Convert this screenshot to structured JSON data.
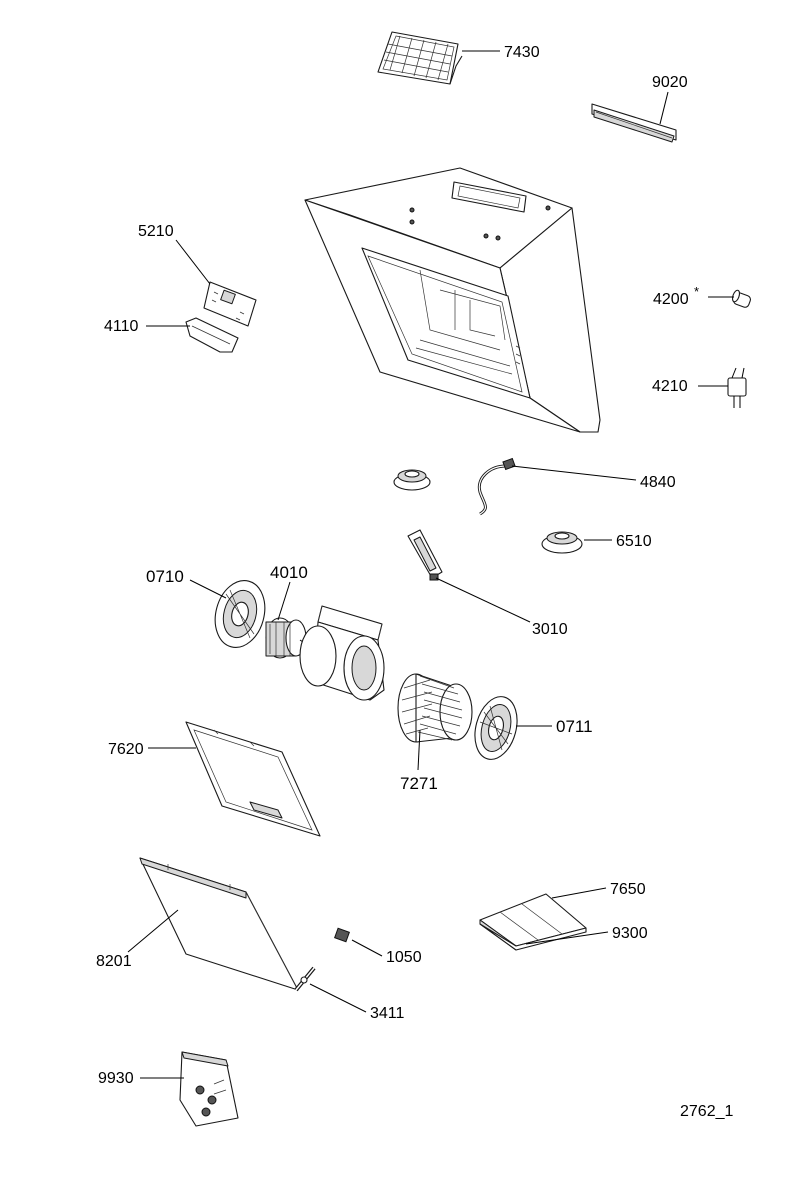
{
  "parts": [
    {
      "id": "7430",
      "label": "7430"
    },
    {
      "id": "9020",
      "label": "9020"
    },
    {
      "id": "5210",
      "label": "5210"
    },
    {
      "id": "4110",
      "label": "4110"
    },
    {
      "id": "4200",
      "label": "4200",
      "mark": "*"
    },
    {
      "id": "4210",
      "label": "4210"
    },
    {
      "id": "4840",
      "label": "4840"
    },
    {
      "id": "6510",
      "label": "6510"
    },
    {
      "id": "0710",
      "label": "0710"
    },
    {
      "id": "4010",
      "label": "4010"
    },
    {
      "id": "3010",
      "label": "3010"
    },
    {
      "id": "7620",
      "label": "7620"
    },
    {
      "id": "0711",
      "label": "0711"
    },
    {
      "id": "7271",
      "label": "7271"
    },
    {
      "id": "7650",
      "label": "7650"
    },
    {
      "id": "9300",
      "label": "9300"
    },
    {
      "id": "8201",
      "label": "8201"
    },
    {
      "id": "1050",
      "label": "1050"
    },
    {
      "id": "3411",
      "label": "3411"
    },
    {
      "id": "9930",
      "label": "9930"
    }
  ],
  "drawing_code": "2762_1"
}
